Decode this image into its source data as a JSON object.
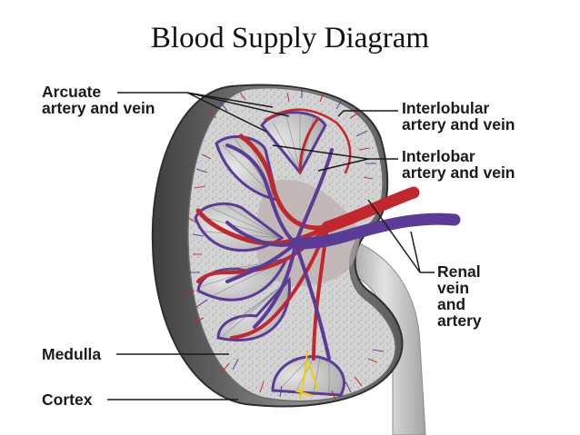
{
  "title": "Blood Supply Diagram",
  "labels": {
    "arcuate": "Arcuate\nartery and vein",
    "interlobular": "Interlobular\nartery and vein",
    "interlobar": "Interlobar\nartery and vein",
    "renal": "Renal\nvein\nand\nartery",
    "medulla": "Medulla",
    "cortex": "Cortex"
  },
  "colors": {
    "artery": "#c0282d",
    "vein": "#5a3c96",
    "capsule": "#6d6d6d",
    "cortex": "#cfcfcf",
    "pyramid": "#bdbdbd",
    "ureter": "#bcbcbc"
  }
}
